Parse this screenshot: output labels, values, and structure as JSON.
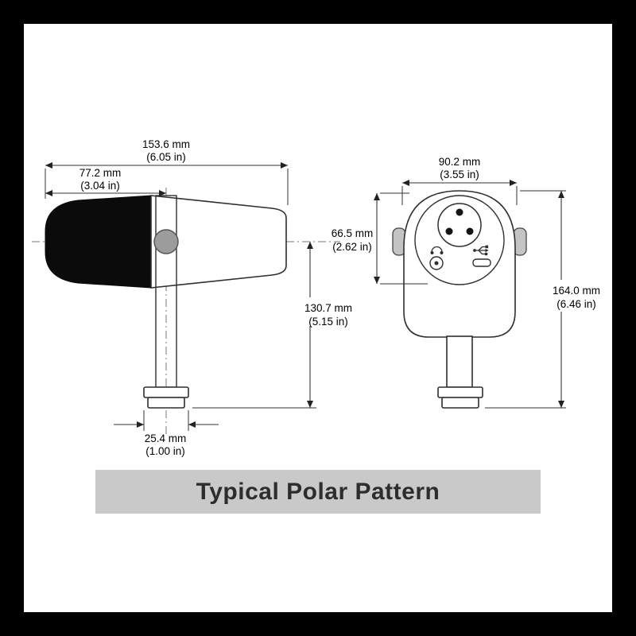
{
  "frame": {
    "border_color": "#000000",
    "canvas_color": "#ffffff"
  },
  "title_banner": {
    "label": "Typical Polar Pattern",
    "background": "#c9c9c9"
  },
  "side_view": {
    "label": "microphone-side-view",
    "dim_total_length_mm": "153.6 mm",
    "dim_total_length_in": "(6.05 in)",
    "dim_front_length_mm": "77.2 mm",
    "dim_front_length_in": "(3.04 in)",
    "dim_height_mm": "130.7 mm",
    "dim_height_in": "(5.15 in)",
    "dim_base_mm": "25.4 mm",
    "dim_base_in": "(1.00 in)"
  },
  "rear_view": {
    "label": "microphone-rear-view",
    "dim_width_mm": "90.2 mm",
    "dim_width_in": "(3.55 in)",
    "dim_panel_mm": "66.5 mm",
    "dim_panel_in": "(2.62 in)",
    "dim_total_height_mm": "164.0 mm",
    "dim_total_height_in": "(6.46 in)",
    "connectors": [
      "xlr-connector",
      "headphone-jack",
      "micro-usb-port"
    ]
  }
}
